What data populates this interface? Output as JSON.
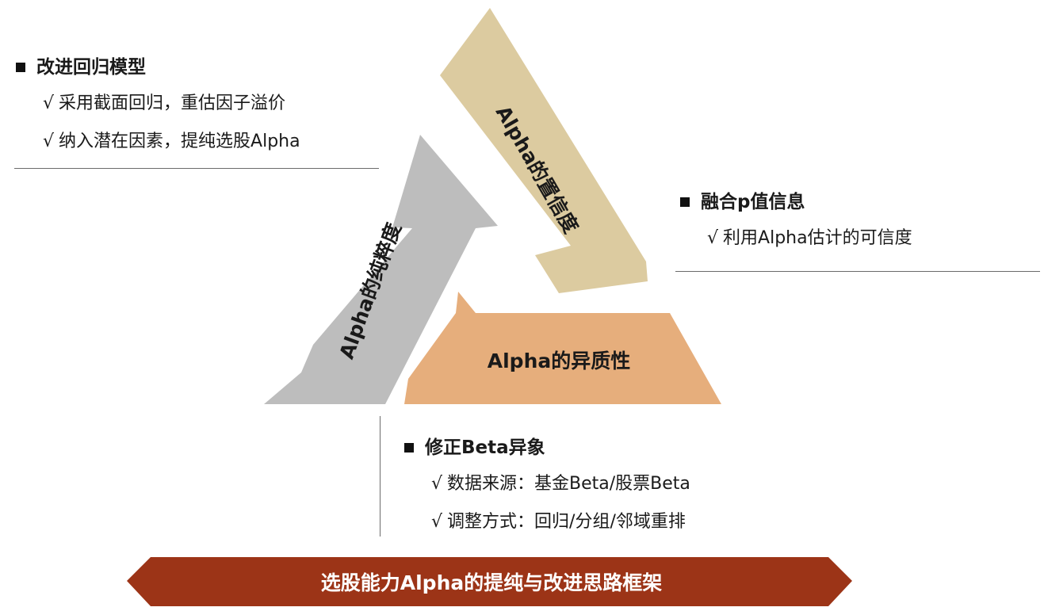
{
  "colors": {
    "gray_arrow": "#bdbdbd",
    "tan_arrow": "#dccba0",
    "orange_arrow": "#e6ae7c",
    "footer_band": "#9c3417",
    "footer_text": "#ffffff",
    "text": "#1a1a1a"
  },
  "triangle": {
    "left_arrow_label": "Alpha的纯粹度",
    "right_arrow_label": "Alpha的置信度",
    "bottom_arrow_label": "Alpha的异质性"
  },
  "blocks": {
    "top_left": {
      "heading": "改进回归模型",
      "items": [
        "采用截面回归，重估因子溢价",
        "纳入潜在因素，提纯选股Alpha"
      ]
    },
    "right": {
      "heading": "融合p值信息",
      "items": [
        "利用Alpha估计的可信度"
      ]
    },
    "bottom": {
      "heading": "修正Beta异象",
      "items": [
        "数据来源：基金Beta/股票Beta",
        "调整方式：回归/分组/邻域重排"
      ]
    }
  },
  "check_mark": "√",
  "footer": {
    "title": "选股能力Alpha的提纯与改进思路框架"
  }
}
